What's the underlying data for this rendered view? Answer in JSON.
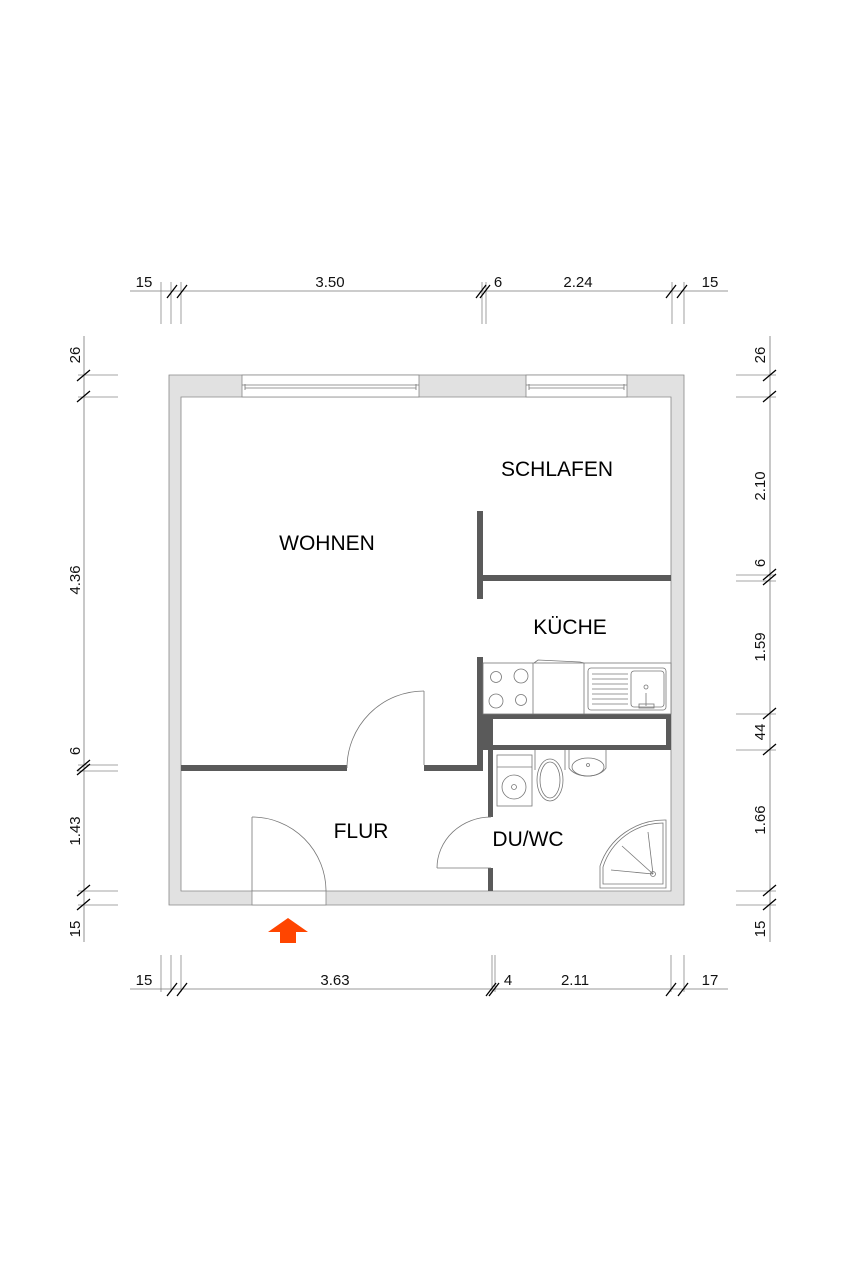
{
  "plan": {
    "colors": {
      "outer_wall": "#e1e1e1",
      "inner_wall": "#5a5a5a",
      "entrance_arrow": "#ff4500",
      "outline": "#888888"
    },
    "rooms": [
      {
        "name": "WOHNEN"
      },
      {
        "name": "SCHLAFEN"
      },
      {
        "name": "KÜCHE"
      },
      {
        "name": "FLUR"
      },
      {
        "name": "DU/WC"
      }
    ],
    "entrance_icon": "arrow-up-icon"
  },
  "dimensions": {
    "top": [
      "15",
      "3.50",
      "6",
      "2.24",
      "15"
    ],
    "bottom": [
      "15",
      "3.63",
      "4",
      "2.11",
      "17"
    ],
    "left": [
      "26",
      "4.36",
      "6",
      "1.43",
      "15"
    ],
    "right": [
      "26",
      "2.10",
      "6",
      "1.59",
      "44",
      "1.66",
      "15"
    ]
  }
}
